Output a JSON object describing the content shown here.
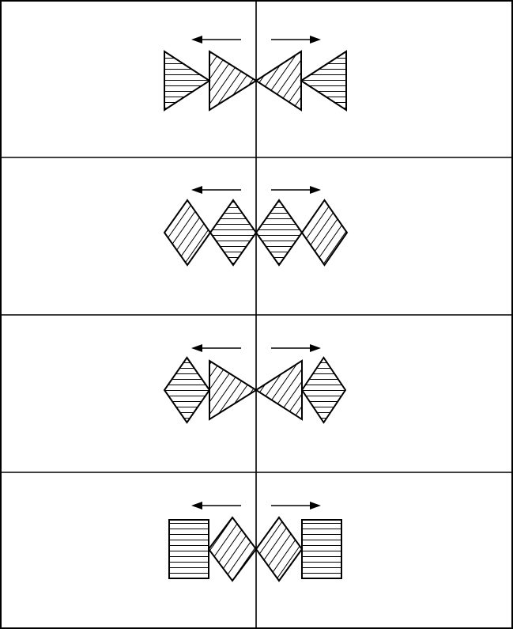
{
  "figure": {
    "panel_count": 4,
    "colors": {
      "line": "#000000",
      "background": "#ffffff"
    },
    "panels": [
      {
        "name": "panel-1",
        "arrows": [
          "left",
          "right"
        ],
        "shapes": [
          {
            "kind": "triangle-pointing-right",
            "hatch": "horizontal"
          },
          {
            "kind": "triangle-pointing-right",
            "hatch": "diagonal"
          },
          {
            "kind": "triangle-pointing-left",
            "hatch": "diagonal"
          },
          {
            "kind": "triangle-pointing-left",
            "hatch": "horizontal"
          }
        ]
      },
      {
        "name": "panel-2",
        "arrows": [
          "left",
          "right"
        ],
        "shapes": [
          {
            "kind": "rhombus",
            "hatch": "diagonal"
          },
          {
            "kind": "rhombus",
            "hatch": "horizontal"
          },
          {
            "kind": "rhombus",
            "hatch": "horizontal"
          },
          {
            "kind": "rhombus",
            "hatch": "diagonal"
          }
        ]
      },
      {
        "name": "panel-3",
        "arrows": [
          "left",
          "right"
        ],
        "shapes": [
          {
            "kind": "rhombus",
            "hatch": "horizontal"
          },
          {
            "kind": "triangle-pointing-right",
            "hatch": "diagonal"
          },
          {
            "kind": "triangle-pointing-left",
            "hatch": "diagonal"
          },
          {
            "kind": "rhombus",
            "hatch": "horizontal"
          }
        ]
      },
      {
        "name": "panel-4",
        "arrows": [
          "left",
          "right"
        ],
        "shapes": [
          {
            "kind": "rectangle",
            "hatch": "horizontal"
          },
          {
            "kind": "rhombus",
            "hatch": "diagonal"
          },
          {
            "kind": "rhombus",
            "hatch": "diagonal"
          },
          {
            "kind": "rectangle",
            "hatch": "horizontal"
          }
        ]
      }
    ]
  }
}
